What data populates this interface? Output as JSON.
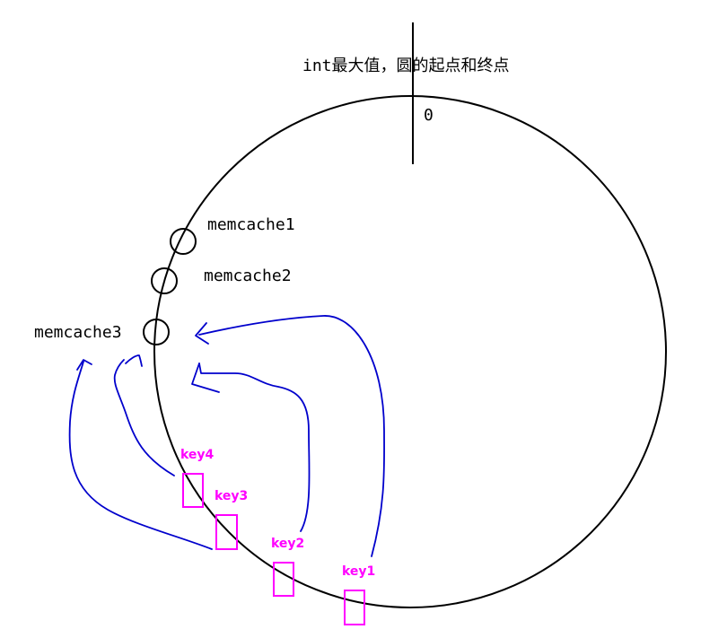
{
  "ring": {
    "boundary_label": "int最大值，圆的起点和终点",
    "zero_label": "0"
  },
  "nodes": [
    {
      "id": "memcache1",
      "label": "memcache1"
    },
    {
      "id": "memcache2",
      "label": "memcache2"
    },
    {
      "id": "memcache3",
      "label": "memcache3"
    }
  ],
  "keys": [
    {
      "id": "key1",
      "label": "key1",
      "target": "memcache3"
    },
    {
      "id": "key2",
      "label": "key2",
      "target": "memcache3"
    },
    {
      "id": "key3",
      "label": "key3",
      "target": "memcache3"
    },
    {
      "id": "key4",
      "label": "key4",
      "target": "memcache3"
    }
  ],
  "colors": {
    "ring": "#000000",
    "node": "#000000",
    "key": "#ff00ff",
    "arrow": "#0000cc"
  }
}
